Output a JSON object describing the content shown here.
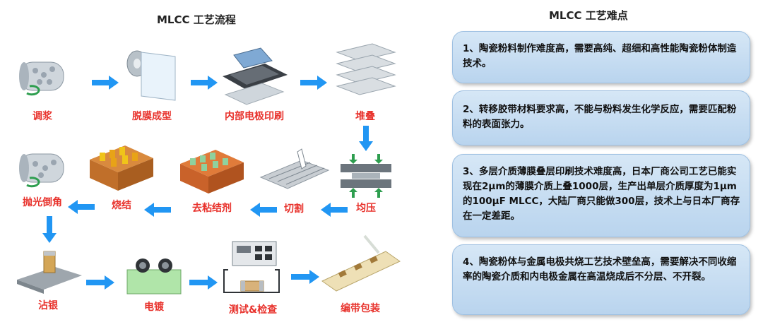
{
  "left_title": "MLCC 工艺流程",
  "right_title": "MLCC 工艺难点",
  "steps": [
    {
      "label": "调浆",
      "icon": "ball-mill-icon"
    },
    {
      "label": "脱膜成型",
      "icon": "film-roll-icon"
    },
    {
      "label": "内部电极印刷",
      "icon": "screen-printer-icon"
    },
    {
      "label": "堆叠",
      "icon": "stacked-sheets-icon"
    },
    {
      "label": "均压",
      "icon": "press-icon"
    },
    {
      "label": "切割",
      "icon": "cutting-block-icon"
    },
    {
      "label": "去粘结剂",
      "icon": "binder-removal-tray-icon"
    },
    {
      "label": "烧结",
      "icon": "sintering-tray-icon"
    },
    {
      "label": "抛光倒角",
      "icon": "polishing-mill-icon"
    },
    {
      "label": "沾银",
      "icon": "silver-dip-icon"
    },
    {
      "label": "电镀",
      "icon": "plating-tank-icon"
    },
    {
      "label": "测试&检查",
      "icon": "tester-icon"
    },
    {
      "label": "编带包装",
      "icon": "tape-reel-icon"
    }
  ],
  "difficulties": [
    {
      "text": "1、陶瓷粉料制作难度高，需要高纯、超细和高性能陶瓷粉体制造技术。"
    },
    {
      "text": "2、转移胶带材料要求高，不能与粉料发生化学反应，需要匹配粉料的表面张力。"
    },
    {
      "text": "3、多层介质薄膜叠层印刷技术难度高，日本厂商公司工艺已能实现在2μm的薄膜介质上叠1000层，生产出单层介质厚度为1μm的100μF MLCC，大陆厂商只能做300层，技术上与日本厂商存在一定差距。"
    },
    {
      "text": "4、陶瓷粉体与金属电极共烧工艺技术壁垒高，需要解决不同收缩率的陶瓷介质和内电极金属在高温烧成后不分层、不开裂。"
    }
  ],
  "colors": {
    "label": "#e8322c",
    "arrow": "#2196f3",
    "card_bg": "#c6dcf2"
  }
}
